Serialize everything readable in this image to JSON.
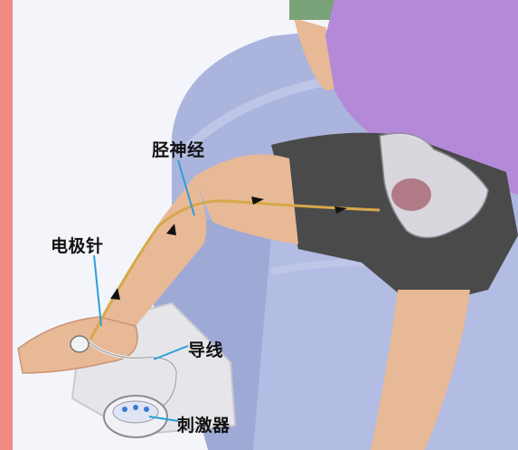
{
  "labels": {
    "tibial_nerve": "胫神经",
    "electrode_needle": "电极针",
    "lead_wire": "导线",
    "stimulator": "刺激器"
  },
  "colors": {
    "accent_strip": "#f28b86",
    "label_line": "#2a9fd8",
    "sofa": "#aab4dd",
    "skin": "#e8b996",
    "shirt": "#b48ad8",
    "shorts": "#4a4a4a",
    "nerve": "#d7a84a"
  },
  "icons": [
    "arrow-icon"
  ]
}
